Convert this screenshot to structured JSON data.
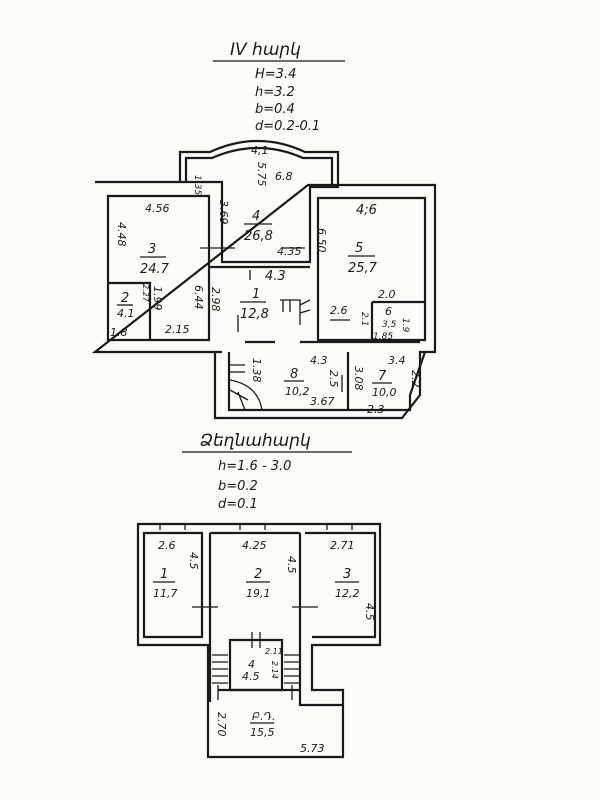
{
  "floor4": {
    "title": "IV հարկ",
    "params": [
      "H=3.4",
      "h=3.2",
      "b=0.4",
      "d=0.2-0.1"
    ],
    "rooms": [
      {
        "num": "1",
        "area": "12,8"
      },
      {
        "num": "2",
        "area": "4.1"
      },
      {
        "num": "3",
        "area": "24.7"
      },
      {
        "num": "4",
        "area": "26,8"
      },
      {
        "num": "5",
        "area": "25,7"
      },
      {
        "num": "6",
        "area": "3,5"
      },
      {
        "num": "7",
        "area": "10,0"
      },
      {
        "num": "8",
        "area": "10,2"
      }
    ],
    "dims": [
      "4,1",
      "1.35",
      "5.75",
      "6.8",
      "4.56",
      "4.48",
      "3.69",
      "4;6",
      "4.35",
      "6.50",
      "4.3",
      "2.27",
      "1.99",
      "6.44",
      "2.98",
      "1.8",
      "2.15",
      "2.0",
      "2.6",
      "2.1",
      "1.85",
      "1.9",
      "1.38",
      "4.3",
      "2.5",
      "3.08",
      "3.4",
      "2.2",
      "3.67",
      "2.3"
    ]
  },
  "attic": {
    "title": "Ձեղնահարկ",
    "params": [
      "h=1.6 - 3.0",
      "b=0.2",
      "d=0.1"
    ],
    "rooms": [
      {
        "num": "1",
        "area": "11,7"
      },
      {
        "num": "2",
        "area": "19,1"
      },
      {
        "num": "3",
        "area": "12,2"
      },
      {
        "num": "4",
        "area": "4.5"
      },
      {
        "num": "Բ.Դ.",
        "area": "15,5"
      }
    ],
    "dims": [
      "2.6",
      "4.5",
      "4.25",
      "4.5",
      "2.71",
      "4.5",
      "2.11",
      "2.14",
      "2.70",
      "5.73"
    ]
  }
}
